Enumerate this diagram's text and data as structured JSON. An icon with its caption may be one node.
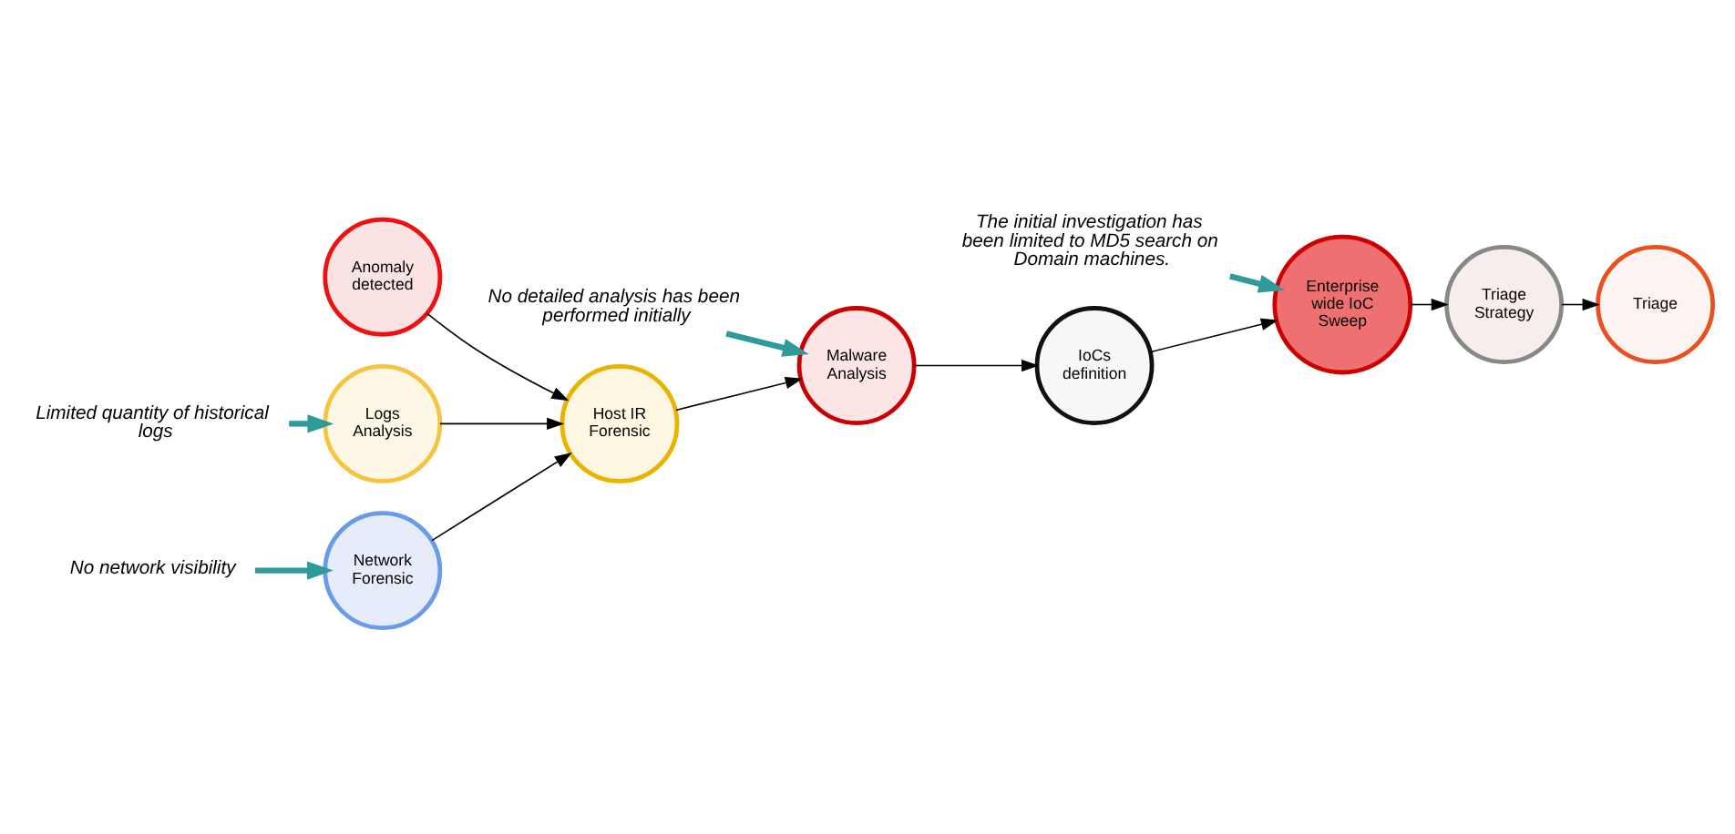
{
  "diagram": {
    "nodes": [
      {
        "text": [
          "Network Forensic"
        ]
      },
      {
        "text": [
          "Anomaly detected"
        ]
      },
      {
        "text": [
          "Host IR Forensic"
        ]
      },
      {
        "text": [
          "Logs Analysis"
        ]
      },
      {
        "text": [
          "Malware Analysis"
        ]
      },
      {
        "text": [
          "IoCs definition"
        ]
      },
      {
        "text": [
          "Enterprise wide IoC Sweep"
        ]
      },
      {
        "text": [
          "Triage Strategy"
        ]
      },
      {
        "text": [
          "Triage"
        ]
      },
      {
        "text": [
          "No network visibility"
        ]
      },
      {
        "text": [
          "No detailed analysis has been performed initially"
        ]
      },
      {
        "text": [
          "Limited quantity of historical logs"
        ]
      },
      {
        "text": [
          "The initial investigation has been limited to MD5 search on Domain machines."
        ]
      }
    ],
    "edges": [
      {
        "from": 0,
        "to": 2,
        "arrow": "to"
      },
      {
        "from": 1,
        "to": 2,
        "arrow": "to"
      },
      {
        "from": 3,
        "to": 2,
        "arrow": "to"
      },
      {
        "from": 2,
        "to": 4,
        "arrow": "to"
      },
      {
        "from": 4,
        "to": 5,
        "arrow": "to"
      },
      {
        "from": 5,
        "to": 6,
        "arrow": "to"
      },
      {
        "from": 6,
        "to": 7,
        "arrow": "to"
      },
      {
        "from": 7,
        "to": 8,
        "arrow": "to"
      },
      {
        "from": 9,
        "to": 0,
        "arrow": "to",
        "style": "thick",
        "color": "#2e9a9a"
      },
      {
        "from": 10,
        "to": 4,
        "arrow": "to",
        "style": "thick",
        "color": "#2e9a9a"
      },
      {
        "from": 11,
        "to": 3,
        "arrow": "to",
        "style": "thick",
        "color": "#2e9a9a"
      },
      {
        "from": 12,
        "to": 6,
        "arrow": "to",
        "style": "thick",
        "color": "#2e9a9a"
      }
    ]
  }
}
